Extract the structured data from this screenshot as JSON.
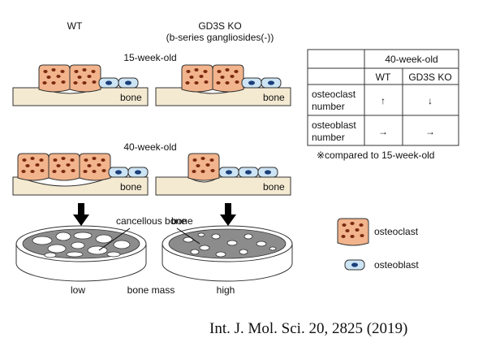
{
  "headers": {
    "wt": "WT",
    "ko": "GD3S KO",
    "ko_sub": "(b-series gangliosides(-))"
  },
  "ages": {
    "young": "15-week-old",
    "old": "40-week-old"
  },
  "bone_label": "bone",
  "cancellous_label": "cancellous bone",
  "bone_mass": {
    "low": "low",
    "middle": "bone mass",
    "high": "high"
  },
  "table": {
    "header": "40-week-old",
    "col_wt": "WT",
    "col_ko": "GD3S KO",
    "row1_line1": "osteoclast",
    "row1_line2": "number",
    "row1_wt": "↑",
    "row1_ko": "↓",
    "row2_line1": "osteoblast",
    "row2_line2": "number",
    "row2_wt": "→",
    "row2_ko": "→",
    "note": "※compared to 15-week-old"
  },
  "legend": {
    "osteoclast": "osteoclast",
    "osteoblast": "osteoblast"
  },
  "citation": "Int. J. Mol. Sci. 20, 2825 (2019)",
  "colors": {
    "bone_fill": "#f4ead2",
    "osteoclast_fill": "#f2b48c",
    "osteoclast_nucleus": "#7a2a10",
    "osteoblast_fill": "#cde4f4",
    "osteoblast_nucleus": "#1c3f7a",
    "cancellous_fill": "#8c8c8c"
  }
}
